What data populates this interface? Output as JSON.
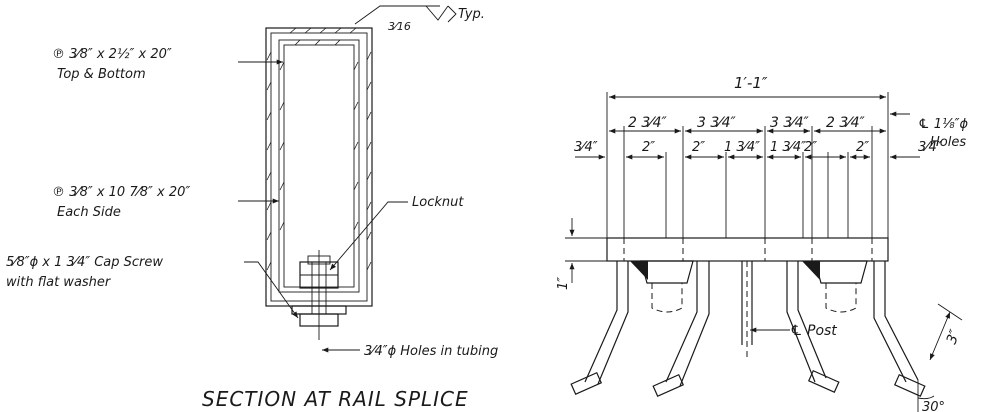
{
  "section": {
    "title": "SECTION AT RAIL SPLICE",
    "labels": {
      "top_bottom_plate": "℗ 3⁄8″ x 2½″ x 20″",
      "top_bottom_note": "Top & Bottom",
      "side_plate": "℗ 3⁄8″ x 10 7⁄8″ x 20″",
      "side_note": "Each Side",
      "cap_screw": "5⁄8″ϕ x 1 3⁄4″ Cap Screw",
      "cap_screw_note": "with flat washer",
      "locknut": "Locknut",
      "holes": "3⁄4″ϕ Holes in tubing",
      "weld_size": "3⁄16",
      "weld_typ": "Typ."
    }
  },
  "elevation": {
    "dims": {
      "overall": "1′-1″",
      "row1": [
        "2 3⁄4″",
        "3 3⁄4″",
        "3 3⁄4″",
        "2 3⁄4″"
      ],
      "row2": [
        "3⁄4″",
        "2″",
        "2″",
        "1 3⁄4″",
        "1 3⁄4″",
        "2″",
        "2″",
        "3⁄4″"
      ],
      "plate_thickness": "1″",
      "post_offset": "3″",
      "angle": "30°"
    },
    "labels": {
      "holes": "℄ 1⅛″ϕ",
      "holes_note": "Holes",
      "post": "℄ Post"
    }
  }
}
